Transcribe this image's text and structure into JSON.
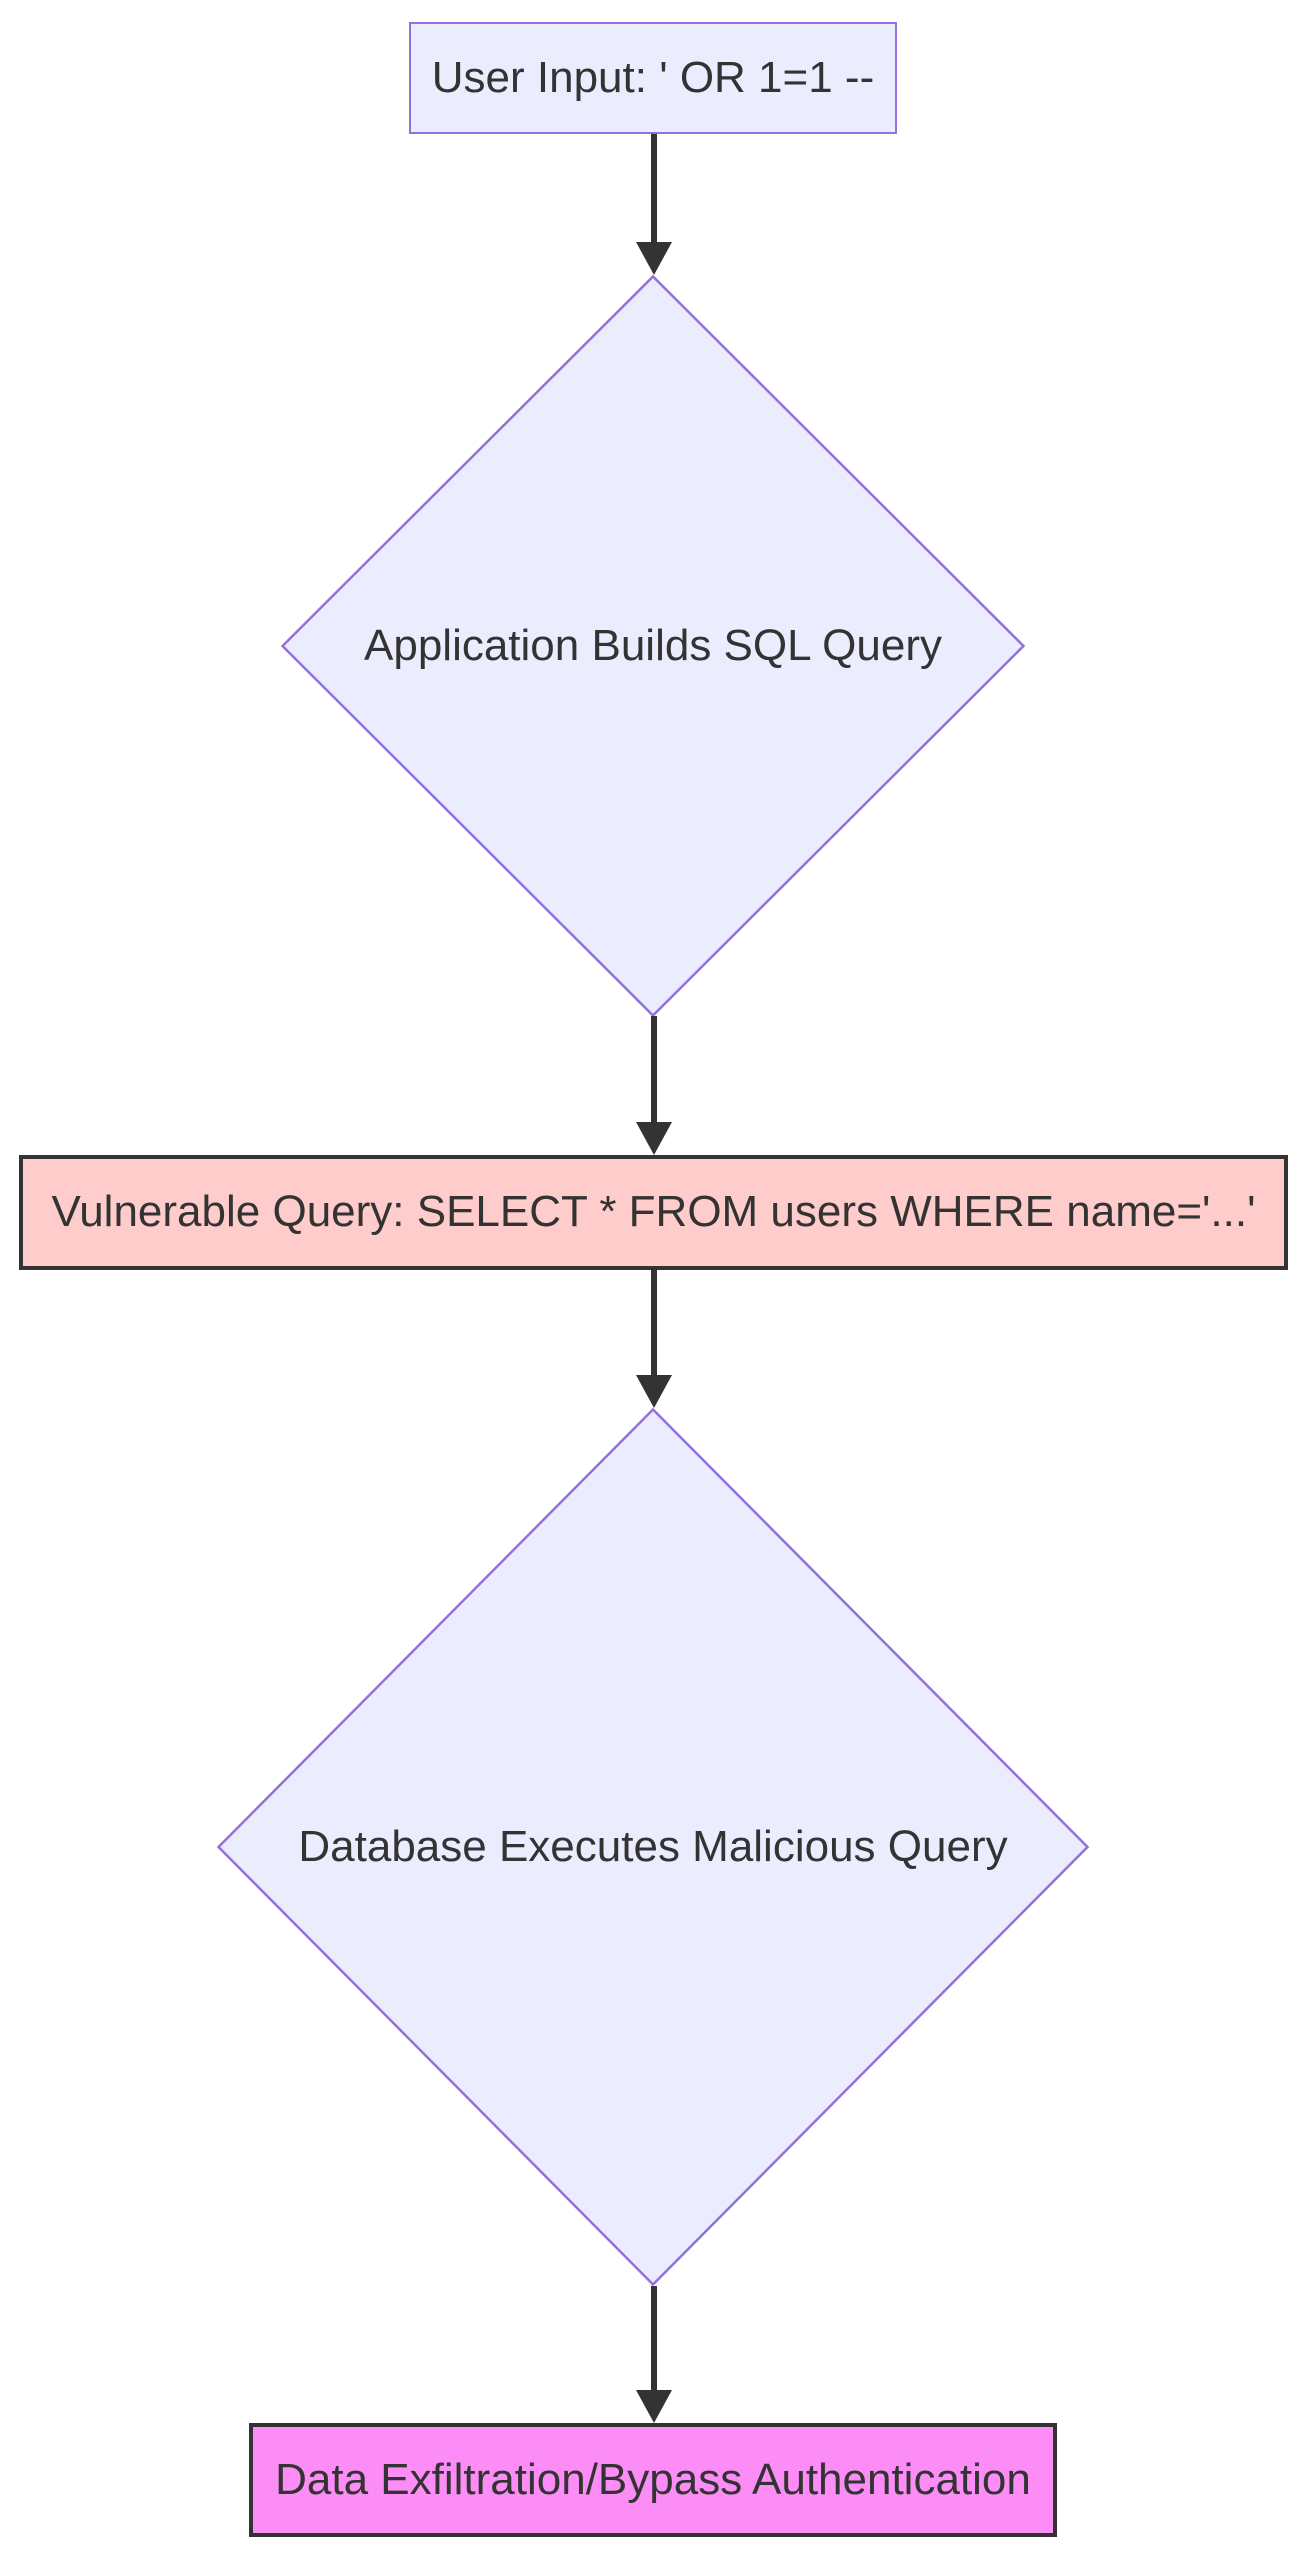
{
  "diagram": {
    "type": "flowchart",
    "direction": "top-down",
    "background": "#ffffff",
    "edge_color": "#333333",
    "text_color": "#333333",
    "default_node_style": {
      "fill": "#ECECFF",
      "stroke": "#9370DB"
    },
    "nodes": [
      {
        "id": "user_input",
        "shape": "rectangle",
        "label": "User Input: ' OR 1=1 --",
        "fill": "#ECECFF",
        "stroke": "#9370DB",
        "stroke_width": "2px"
      },
      {
        "id": "app_builds_query",
        "shape": "diamond",
        "label": "Application Builds SQL Query",
        "fill": "#ECECFF",
        "stroke": "#9370DB",
        "stroke_width": "2px"
      },
      {
        "id": "vulnerable_query",
        "shape": "rectangle",
        "label": "Vulnerable Query: SELECT * FROM users WHERE name='...'",
        "fill": "#FFCCCC",
        "stroke": "#333333",
        "stroke_width": "4px"
      },
      {
        "id": "db_executes_query",
        "shape": "diamond",
        "label": "Database Executes Malicious Query",
        "fill": "#ECECFF",
        "stroke": "#9370DB",
        "stroke_width": "2px"
      },
      {
        "id": "data_exfiltration",
        "shape": "rectangle",
        "label": "Data Exfiltration/Bypass Authentication",
        "fill": "#FC8DF7",
        "stroke": "#333333",
        "stroke_width": "4px"
      }
    ],
    "edges": [
      {
        "from": "user_input",
        "to": "app_builds_query",
        "label": "",
        "arrow": "down"
      },
      {
        "from": "app_builds_query",
        "to": "vulnerable_query",
        "label": "",
        "arrow": "down"
      },
      {
        "from": "vulnerable_query",
        "to": "db_executes_query",
        "label": "",
        "arrow": "down"
      },
      {
        "from": "db_executes_query",
        "to": "data_exfiltration",
        "label": "",
        "arrow": "down"
      }
    ]
  }
}
